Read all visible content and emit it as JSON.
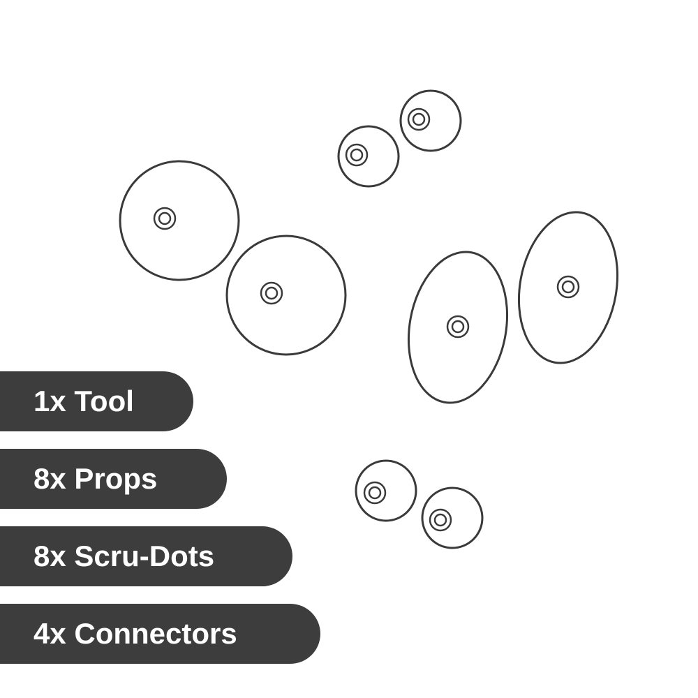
{
  "contents_list": [
    {
      "id": "tool",
      "label": "1x Tool"
    },
    {
      "id": "props",
      "label": "8x Props"
    },
    {
      "id": "scru_dots",
      "label": "8x Scru-Dots"
    },
    {
      "id": "connectors",
      "label": "4x Connectors"
    }
  ],
  "colors": {
    "background": "#ffffff",
    "label_pill": "#3d3d3d",
    "label_text": "#ffffff",
    "line_art": "#3a3a3a"
  },
  "illustration": {
    "large_round_dots": 2,
    "oval_dots": 2,
    "small_round_dots": 4
  }
}
